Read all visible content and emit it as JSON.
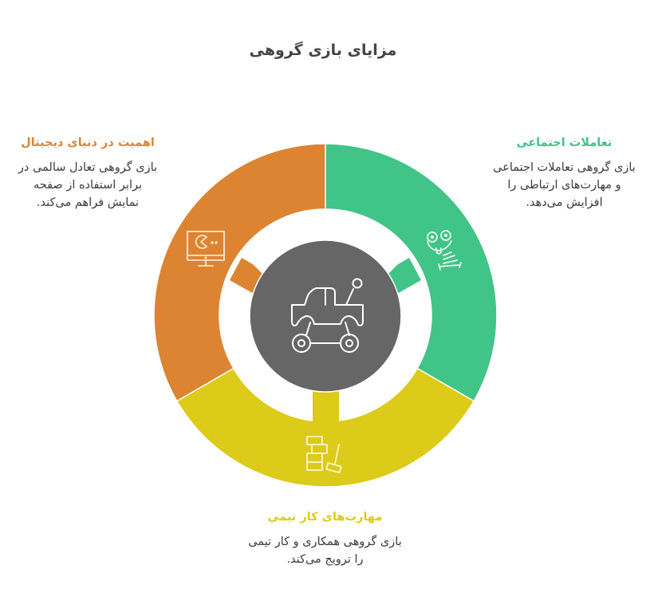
{
  "title": "مزایای بازی گروهی",
  "center": {
    "icon": "toy-truck-icon",
    "color": "#666666"
  },
  "segments": [
    {
      "id": "social",
      "heading": "تعاملات اجتماعی",
      "body": "بازی گروهی تعاملات اجتماعی و مهارت‌های ارتباطی را افزایش می‌دهد.",
      "color": "#41C487",
      "icon": "silly-face-spring-icon"
    },
    {
      "id": "teamwork",
      "heading": "مهارت‌های کار تیمی",
      "body": "بازی گروهی همکاری و کار تیمی را ترویج می‌کند.",
      "color": "#DCCB19",
      "icon": "blocks-hammer-icon"
    },
    {
      "id": "digital",
      "heading": "اهمیت در دنیای دیجیتال",
      "body": "بازی گروهی تعادل سالمی در برابر استفاده از صفحه نمایش فراهم می‌کند.",
      "color": "#DD8433",
      "icon": "monitor-pacman-icon"
    }
  ]
}
